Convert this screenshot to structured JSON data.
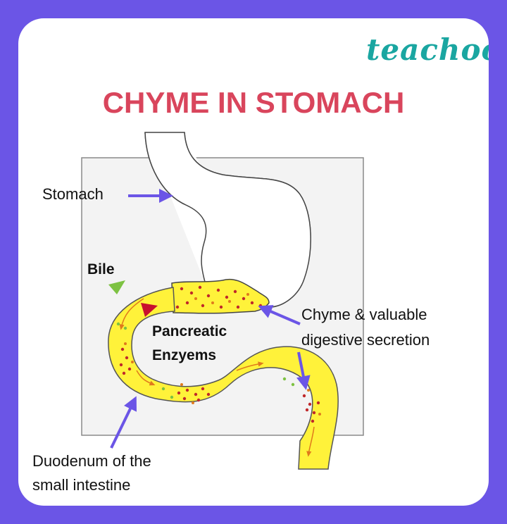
{
  "brand": {
    "logo_text": "teachoo",
    "accent": "#6b55e6",
    "logo_color": "#1aa6a1"
  },
  "diagram": {
    "title": "CHYME IN STOMACH",
    "labels": {
      "stomach": "Stomach",
      "bile": "Bile",
      "pancreatic_line1": "Pancreatic",
      "pancreatic_line2": "Enzyems",
      "chyme_line1": "Chyme & valuable",
      "chyme_line2": "digestive secretion",
      "duodenum_line1": "Duodenum of the",
      "duodenum_line2": "small intestine"
    },
    "colors": {
      "title": "#d9455c",
      "intestine_fill": "#fff23a",
      "arrow": "#6b55e6",
      "dot_red": "#c0282a",
      "dot_orange": "#e07a1c",
      "dot_green": "#7dc242",
      "bile_marker": "#7dc242",
      "enzyme_marker": "#c8102e"
    }
  }
}
